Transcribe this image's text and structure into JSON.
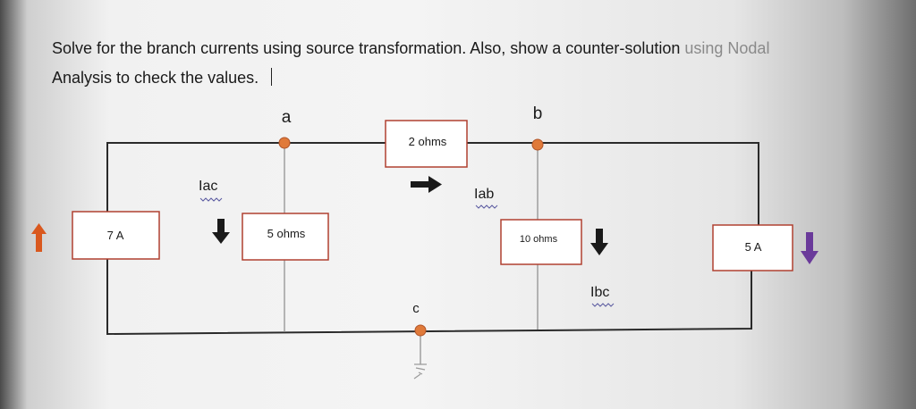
{
  "question": {
    "line1": "Solve for the branch currents using source transformation. Also, show a counter-solution ",
    "line1_faded": "using Nodal",
    "line2": "Analysis to check the values."
  },
  "circuit": {
    "nodes": {
      "a": "a",
      "b": "b",
      "c": "c"
    },
    "components": {
      "source_left": "7 A",
      "resistor_ac": "5 ohms",
      "resistor_ab": "2 ohms",
      "resistor_bc": "10 ohms",
      "source_right": "5 A"
    },
    "currents": {
      "iac": "Iac",
      "iab": "Iab",
      "ibc": "Ibc"
    },
    "colors": {
      "wire": "#2a2a2a",
      "node": "#e07a3a",
      "arrow_source_left": "#d9581e",
      "arrow_source_right": "#6a3a9a",
      "arrow_current": "#1a1a1a",
      "box_border": "#c0392b"
    }
  }
}
